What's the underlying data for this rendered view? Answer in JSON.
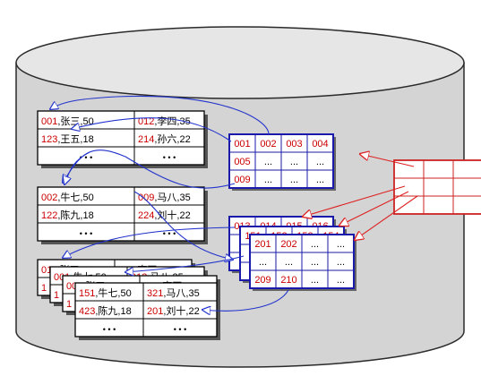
{
  "colors": {
    "cylinder_fill": "#d4d4d4",
    "cylinder_stroke": "#2a2a2a",
    "record_id": "#cc0000",
    "record_text": "#000000",
    "index_border": "#1a1aaa",
    "index_text": "#cc0000",
    "hash_border": "#cc2222",
    "pointer_blue": "#2233cc",
    "pointer_red": "#dd2222"
  },
  "storage_icon": "database-cylinder-icon",
  "data_pages": {
    "page1": {
      "rows": [
        [
          {
            "id": "001",
            "rest": ",张三,50"
          },
          {
            "id": "012",
            "rest": ",李四,35"
          }
        ],
        [
          {
            "id": "123",
            "rest": ",王五,18"
          },
          {
            "id": "214",
            "rest": ",孙六,22"
          }
        ]
      ],
      "ellipsis": "• • •"
    },
    "page2": {
      "rows": [
        [
          {
            "id": "002",
            "rest": ",牛七,50"
          },
          {
            "id": "009",
            "rest": ",马八,35"
          }
        ],
        [
          {
            "id": "122",
            "rest": ",陈九,18"
          },
          {
            "id": "224",
            "rest": ",刘十,22"
          }
        ]
      ],
      "ellipsis": "• • •"
    },
    "stack_back": {
      "rows": [
        [
          {
            "id": "011",
            "rest": ",张三,50"
          },
          {
            "id": "012",
            "rest": ",李四,35"
          }
        ],
        [
          {
            "id": "1",
            "rest": ""
          },
          {
            "id": "",
            "rest": ""
          }
        ]
      ]
    },
    "stack_mid": {
      "rows": [
        [
          {
            "id": "001",
            "rest": ",牛七,50"
          },
          {
            "id": "013",
            "rest": ",马八,35"
          }
        ],
        [
          {
            "id": "1",
            "rest": ""
          },
          {
            "id": "",
            "rest": ""
          }
        ]
      ]
    },
    "stack_mid2": {
      "rows": [
        [
          {
            "id": "001",
            "rest": ",张三,50"
          },
          {
            "id": "012",
            "rest": ",李四,35"
          }
        ],
        [
          {
            "id": "1",
            "rest": ""
          },
          {
            "id": "",
            "rest": ""
          }
        ]
      ]
    },
    "stack_front": {
      "rows": [
        [
          {
            "id": "151",
            "rest": ",牛七,50"
          },
          {
            "id": "321",
            "rest": ",马八,35"
          }
        ],
        [
          {
            "id": "423",
            "rest": ",陈九,18"
          },
          {
            "id": "201",
            "rest": ",刘十,22"
          }
        ]
      ],
      "ellipsis": "• • •"
    }
  },
  "index_blocks": {
    "top": {
      "rows": [
        [
          "001",
          "002",
          "003",
          "004"
        ],
        [
          "005",
          "...",
          "...",
          "..."
        ],
        [
          "009",
          "...",
          "...",
          "..."
        ]
      ]
    },
    "stack_back": {
      "rows": [
        [
          "013",
          "014",
          "015",
          "016"
        ]
      ]
    },
    "stack_mid": {
      "rows": [
        [
          "151",
          "152",
          "153",
          "154"
        ]
      ]
    },
    "stack_front": {
      "rows": [
        [
          "201",
          "202",
          "...",
          "..."
        ],
        [
          "...",
          "...",
          "...",
          "..."
        ],
        [
          "209",
          "210",
          "...",
          "..."
        ]
      ]
    }
  },
  "hash_table": {
    "rows": 3,
    "cols": 3
  }
}
